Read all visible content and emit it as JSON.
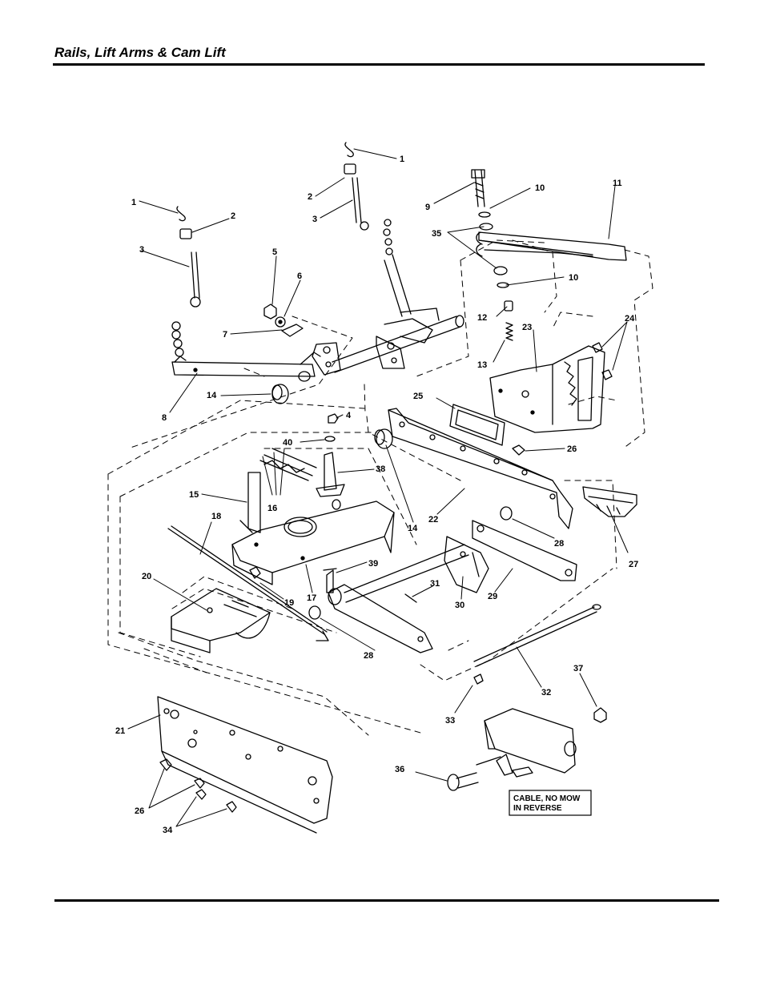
{
  "header": {
    "title": "Rails, Lift Arms & Cam Lift"
  },
  "callouts": [
    "1",
    "2",
    "3",
    "1",
    "2",
    "3",
    "5",
    "6",
    "7",
    "8",
    "9",
    "10",
    "11",
    "35",
    "10",
    "12",
    "13",
    "23",
    "24",
    "14",
    "4",
    "40",
    "25",
    "26",
    "38",
    "15",
    "16",
    "18",
    "14",
    "22",
    "28",
    "27",
    "39",
    "17",
    "19",
    "20",
    "31",
    "30",
    "29",
    "28",
    "32",
    "37",
    "33",
    "21",
    "36",
    "26",
    "34"
  ],
  "note": {
    "line1": "CABLE, NO MOW",
    "line2": "IN REVERSE"
  }
}
